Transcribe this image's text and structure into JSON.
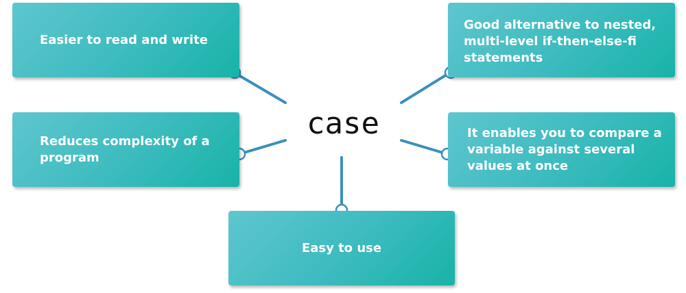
{
  "center": {
    "word": "case"
  },
  "benefits": {
    "top_left": "Easier to read and write",
    "middle_left": "Reduces complexity of a program",
    "top_right": "Good alternative to nested, multi-level if-then-else-fi statements",
    "middle_right": "It enables you to compare a variable against several values at once",
    "bottom_center": "Easy to use"
  },
  "colors": {
    "box_gradient_start": "#5ec6ce",
    "box_gradient_end": "#17b3a8",
    "connector": "#3a8fbe",
    "box_text": "#ffffff",
    "center_text": "#111111"
  }
}
